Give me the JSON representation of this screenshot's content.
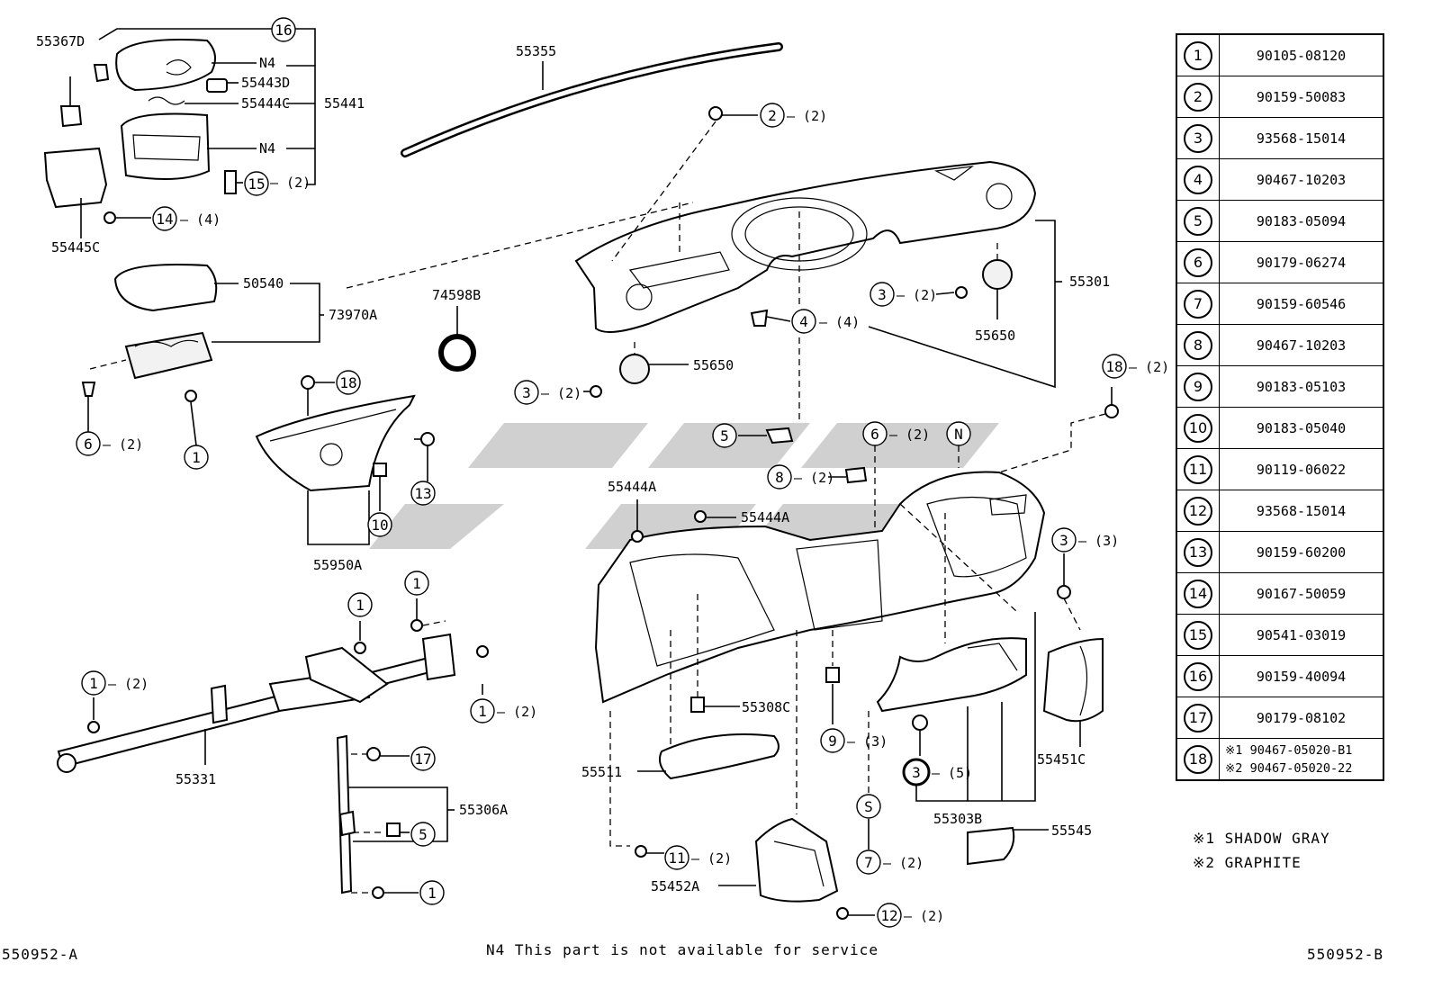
{
  "callout_numbers": {
    "n1": "1",
    "n2": "2",
    "n3": "3",
    "n4": "4",
    "n5": "5",
    "n6": "6",
    "n7": "7",
    "n8": "8",
    "n9": "9",
    "n10": "10",
    "n11": "11",
    "n12": "12",
    "n13": "13",
    "n14": "14",
    "n15": "15",
    "n16": "16",
    "n17": "17",
    "n18": "18"
  },
  "letters": {
    "s": "S",
    "n": "N",
    "n4": "N4"
  },
  "quantities": {
    "q2": "– (2)",
    "q3": "– (3)",
    "q4": "– (4)",
    "q5": "– (5)"
  },
  "labels": {
    "p55367D": "55367D",
    "p55443D": "55443D",
    "p55444C": "55444C",
    "p55441": "55441",
    "p55445C": "55445C",
    "p50540": "50540",
    "p73970A": "73970A",
    "p74598B": "74598B",
    "p55355": "55355",
    "p55301": "55301",
    "p55650a": "55650",
    "p55650b": "55650",
    "p55950A": "55950A",
    "p55444A_1": "55444A",
    "p55444A_2": "55444A",
    "p55308C": "55308C",
    "p55511": "55511",
    "p55331": "55331",
    "p55306A": "55306A",
    "p55452A": "55452A",
    "p55303B": "55303B",
    "p55451C": "55451C",
    "p55545": "55545"
  },
  "table": [
    {
      "num": "1",
      "part": "90105-08120"
    },
    {
      "num": "2",
      "part": "90159-50083"
    },
    {
      "num": "3",
      "part": "93568-15014"
    },
    {
      "num": "4",
      "part": "90467-10203"
    },
    {
      "num": "5",
      "part": "90183-05094"
    },
    {
      "num": "6",
      "part": "90179-06274"
    },
    {
      "num": "7",
      "part": "90159-60546"
    },
    {
      "num": "8",
      "part": "90467-10203"
    },
    {
      "num": "9",
      "part": "90183-05103"
    },
    {
      "num": "10",
      "part": "90183-05040"
    },
    {
      "num": "11",
      "part": "90119-06022"
    },
    {
      "num": "12",
      "part": "93568-15014"
    },
    {
      "num": "13",
      "part": "90159-60200"
    },
    {
      "num": "14",
      "part": "90167-50059"
    },
    {
      "num": "15",
      "part": "90541-03019"
    },
    {
      "num": "16",
      "part": "90159-40094"
    },
    {
      "num": "17",
      "part": "90179-08102"
    },
    {
      "num": "18",
      "part": "※1 90467-05020-B1",
      "part2": "※2 90467-05020-22"
    }
  ],
  "color_notes": {
    "note1": "※1  SHADOW GRAY",
    "note2": "※2  GRAPHITE"
  },
  "footer": {
    "left_code": "550952-A",
    "right_code": "550952-B",
    "service_note": "N4 This part is not available for service"
  }
}
